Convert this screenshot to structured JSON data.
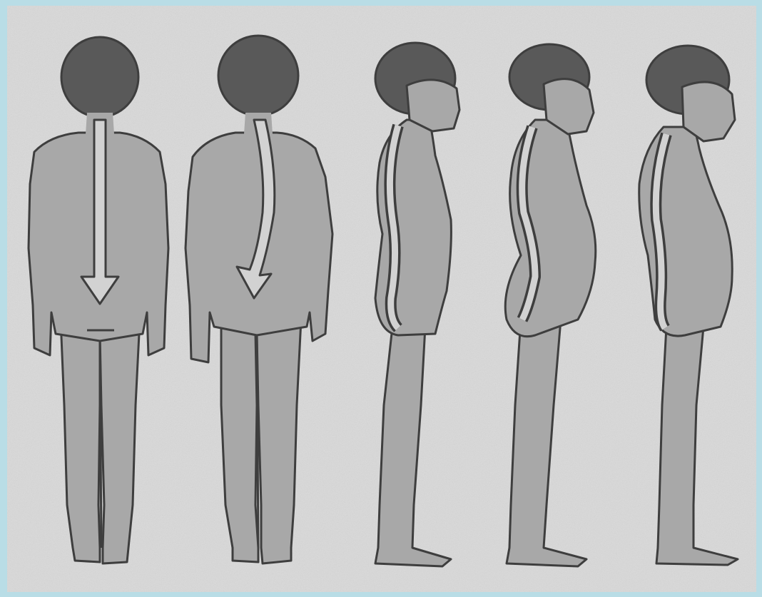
{
  "colors": {
    "border": "#b9dde6",
    "paper": "#d9d9d9",
    "body_fill": "#a8a8a8",
    "hair": "#555555",
    "outline": "#3e3e3e",
    "spine_line": "#d2d2d2"
  },
  "figures": [
    {
      "view": "back",
      "spine": "straight-arrow"
    },
    {
      "view": "back",
      "spine": "curved-arrow"
    },
    {
      "view": "side",
      "spine": "s-curve"
    },
    {
      "view": "side",
      "spine": "deep-s-curve"
    },
    {
      "view": "side",
      "spine": "flat-curve"
    }
  ]
}
